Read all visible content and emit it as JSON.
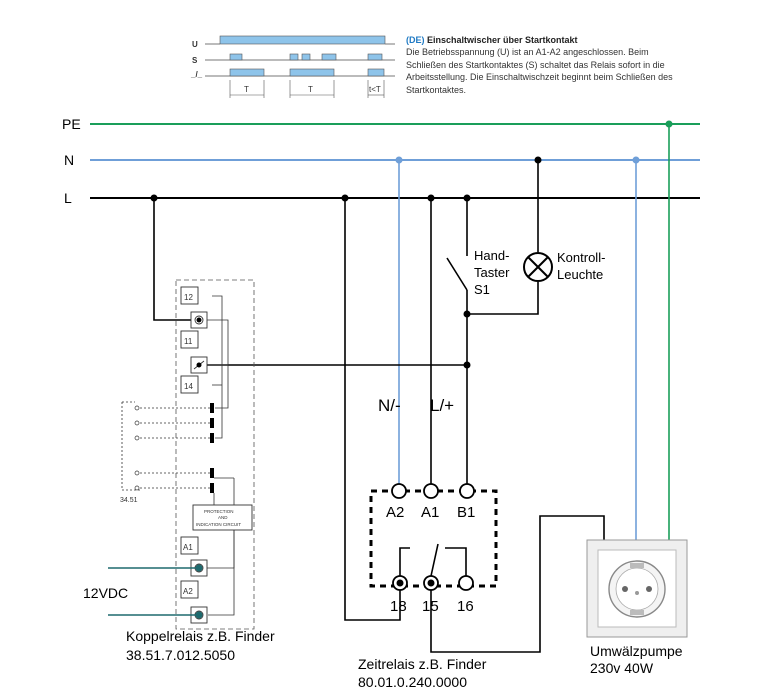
{
  "info": {
    "lang_tag": "(DE)",
    "title": "Einschaltwischer über Startkontakt",
    "description": "Die Betriebsspannung (U) ist an A1-A2 angeschlossen. Beim Schließen des Startkontaktes (S) schaltet das Relais sofort in die Arbeitsstellung. Die Einschaltwischzeit beginnt beim Schließen des Startkontaktes."
  },
  "timing": {
    "signal_u": "U",
    "signal_s": "S",
    "period_1": "T",
    "period_2": "T",
    "period_3": "t<T"
  },
  "rails": {
    "pe": "PE",
    "n": "N",
    "l": "L"
  },
  "colors": {
    "pe": "#1a9e5a",
    "n": "#6f9fd8",
    "l": "#000000",
    "timing_fill": "#8ec4ea"
  },
  "hand_taster": {
    "line1": "Hand-",
    "line2": "Taster",
    "line3": "S1"
  },
  "lamp": {
    "line1": "Kontroll-",
    "line2": "Leuchte"
  },
  "zeitrelais": {
    "in_n": "N/-",
    "in_l": "L/+",
    "t_a2": "A2",
    "t_a1": "A1",
    "t_b1": "B1",
    "t_18": "18",
    "t_15": "15",
    "t_16": "16",
    "name": "Zeitrelais z.B. Finder",
    "model": "80.01.0.240.0000"
  },
  "koppelrelais": {
    "t12": "12",
    "t11": "11",
    "t14": "14",
    "a1": "A1",
    "a2": "A2",
    "base": "34.51",
    "prot1": "PROTECTION",
    "prot2": "AND",
    "prot3": "INDICATION CIRCUIT",
    "supply": "12VDC",
    "name": "Koppelrelais z.B. Finder",
    "model": "38.51.7.012.5050"
  },
  "pump": {
    "name": "Umwälzpumpe",
    "rating": "230v 40W"
  }
}
